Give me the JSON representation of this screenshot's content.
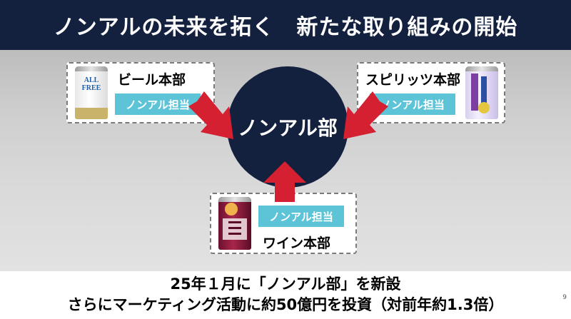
{
  "header": {
    "title": "ノンアルの未来を拓く　新たな取り組みの開始"
  },
  "diagram": {
    "center": {
      "label": "ノンアル部"
    },
    "departments": [
      {
        "name": "ビール本部",
        "tag": "ノンアル担当",
        "product_icon": "beer-can-icon",
        "product_text": "ALL FREE"
      },
      {
        "name": "スピリッツ本部",
        "tag": "ノンアル担当",
        "product_icon": "spirits-can-icon"
      },
      {
        "name": "ワイン本部",
        "tag": "ノンアル担当",
        "product_icon": "wine-can-icon"
      }
    ],
    "arrow_color": "#d42030",
    "circle_color": "#13203e",
    "tag_color": "#5cc4d6"
  },
  "footer": {
    "line1": "25年１月に「ノンアル部」を新設",
    "line2": "さらにマーケティング活動に約50億円を投資（対前年約1.3倍）"
  },
  "page": {
    "number": "9"
  }
}
